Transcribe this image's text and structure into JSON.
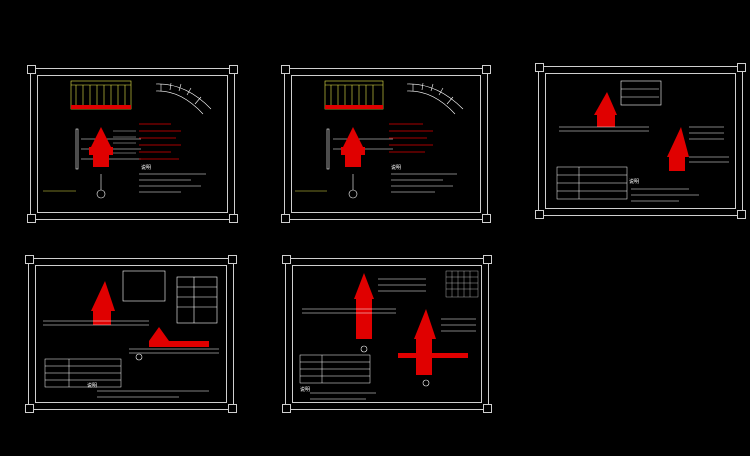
{
  "canvas": {
    "background": "#000000",
    "frame_color": "#cfcfcf",
    "accent": "#e00000",
    "text_color": "#ffffff",
    "label_color": "#e8e84a"
  },
  "sheets": [
    {
      "name": "sheet-1",
      "caption": "",
      "note": "说明"
    },
    {
      "name": "sheet-2",
      "caption": "",
      "note": "说明"
    },
    {
      "name": "sheet-3",
      "caption": "",
      "note": "说明"
    },
    {
      "name": "sheet-4",
      "caption": "",
      "note": "说明"
    },
    {
      "name": "sheet-5",
      "caption": "",
      "note": "说明"
    }
  ]
}
